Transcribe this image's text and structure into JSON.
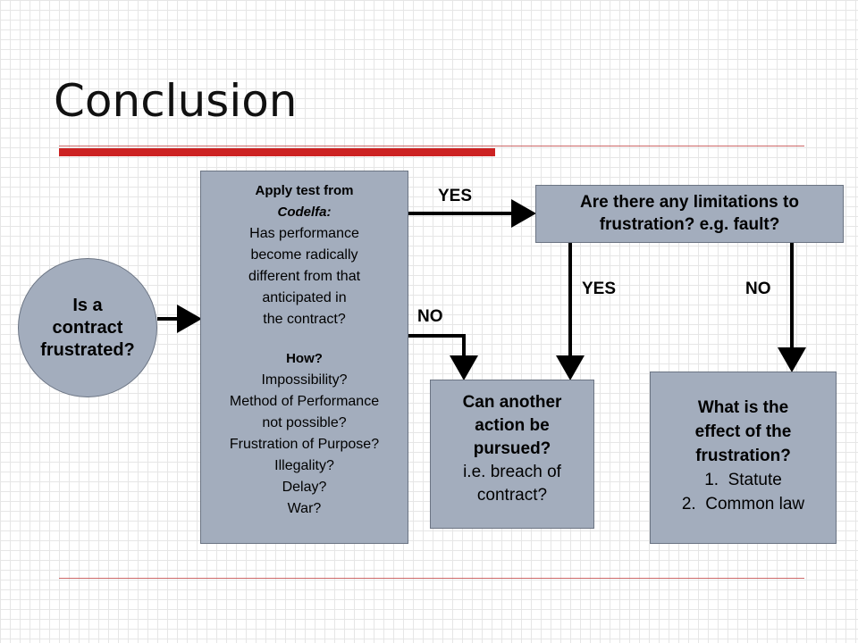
{
  "title": "Conclusion",
  "start": {
    "lines": [
      "Is a",
      "contract",
      "frustrated?"
    ]
  },
  "test": {
    "heading_1": "Apply test from",
    "heading_2": "Codelfa:",
    "question_lines": [
      "Has performance",
      "become radically",
      "different from that",
      "anticipated in",
      "the contract?"
    ],
    "how_heading": "How?",
    "how_lines": [
      "Impossibility?",
      "Method of Performance",
      "not possible?",
      "Frustration of Purpose?",
      "Illegality?",
      "Delay?",
      "War?"
    ]
  },
  "limitations": {
    "lines": [
      "Are there any limitations to",
      "frustration? e.g. fault?"
    ]
  },
  "another_action": {
    "bold_lines": [
      "Can another",
      "action be",
      "pursued?"
    ],
    "lines": [
      "i.e. breach of",
      "contract?"
    ]
  },
  "effect": {
    "bold_lines": [
      "What is the",
      "effect of the",
      "frustration?"
    ],
    "list": [
      "Statute",
      "Common law"
    ]
  },
  "labels": {
    "yes_top": "YES",
    "no_mid": "NO",
    "yes_right": "YES",
    "no_right": "NO"
  }
}
